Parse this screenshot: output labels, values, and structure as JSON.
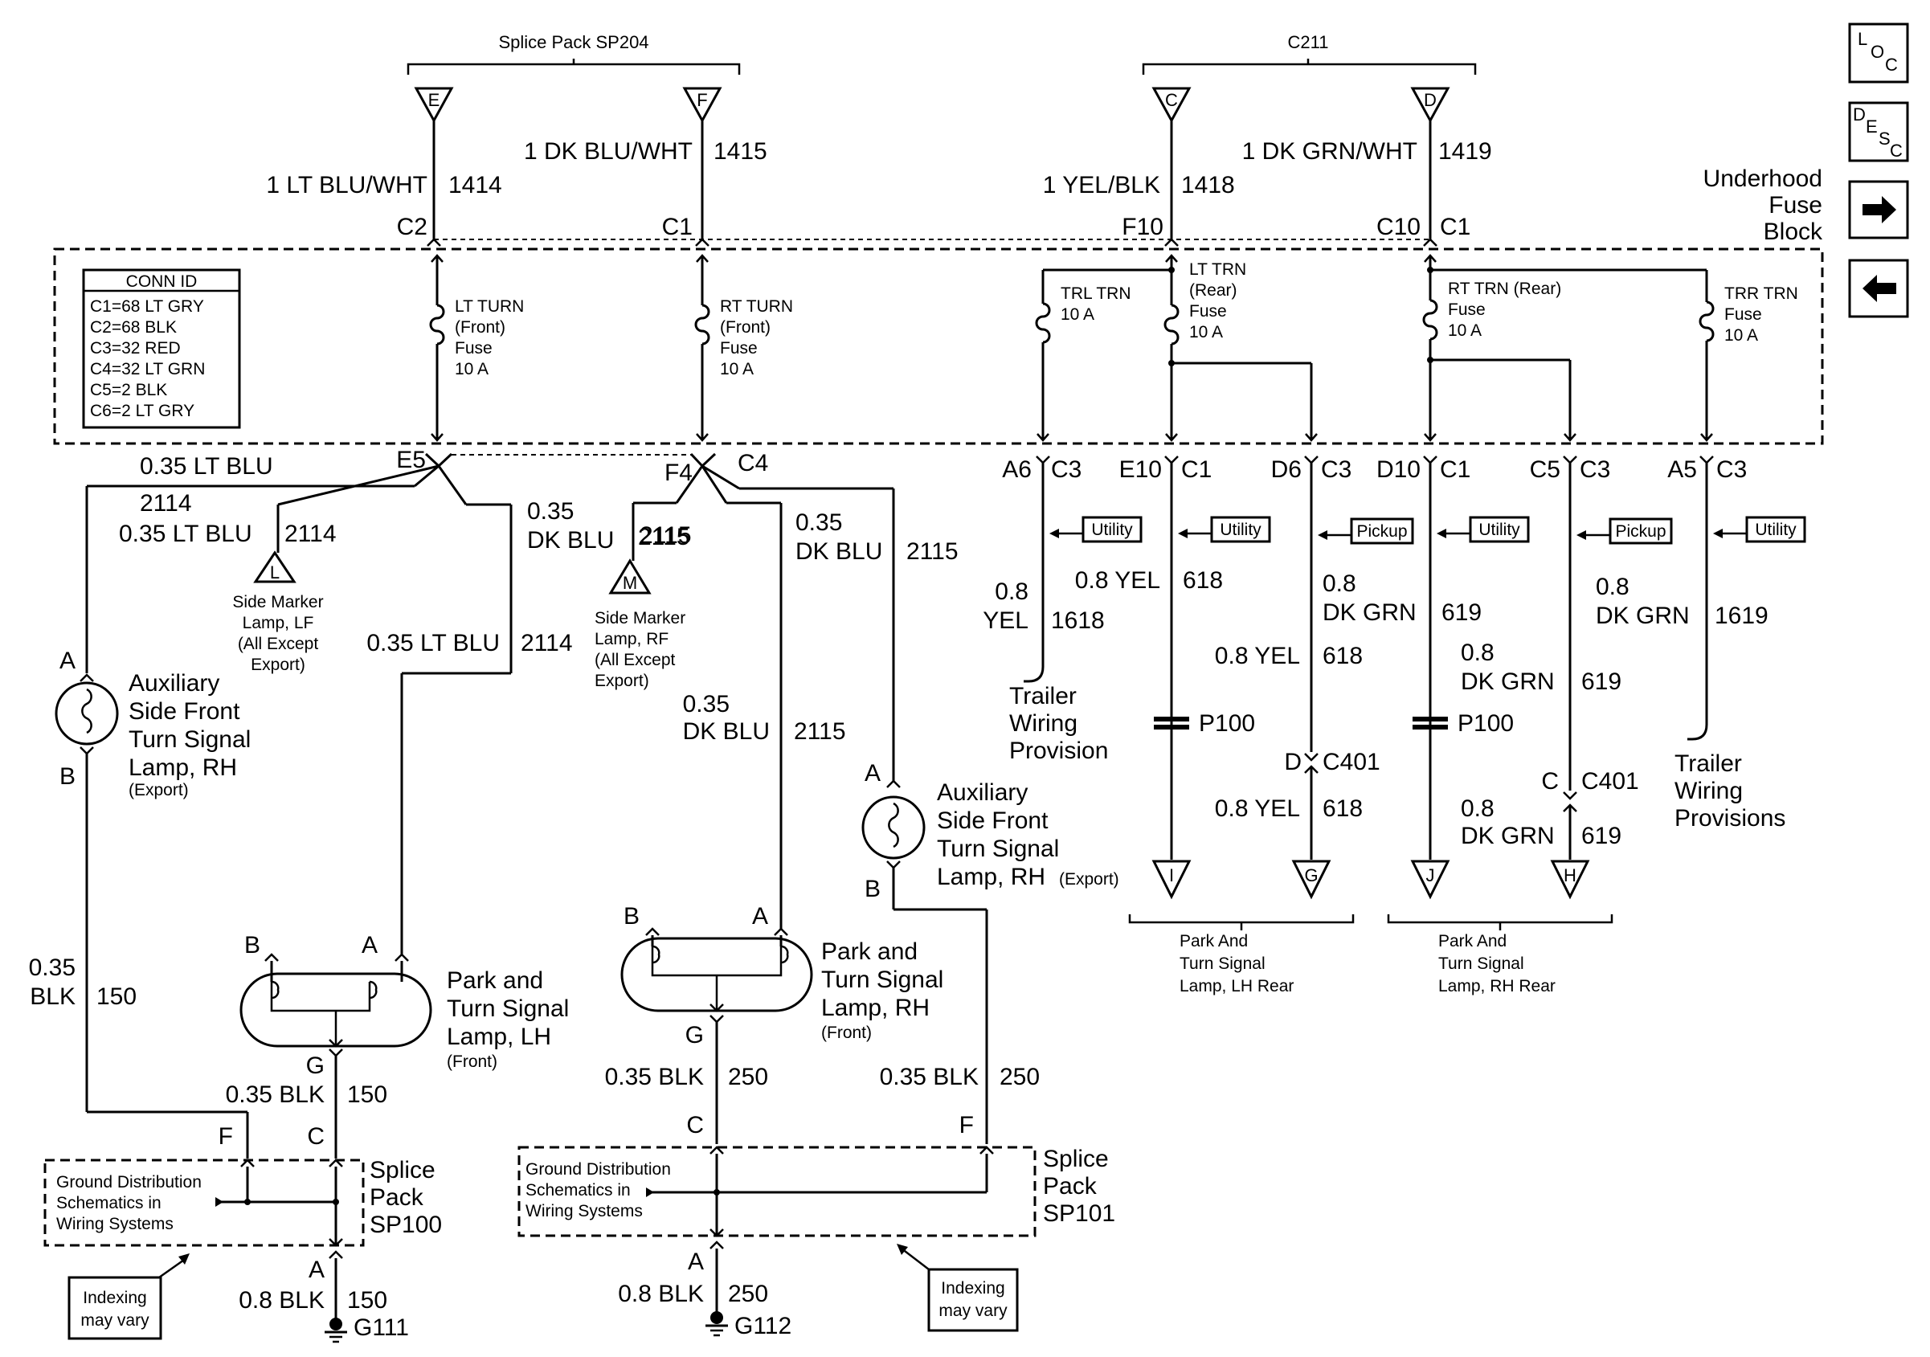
{
  "headers": {
    "sp204": "Splice Pack SP204",
    "c211": "C211"
  },
  "nav": {
    "loc": [
      "L",
      "O",
      "C"
    ],
    "desc": [
      "D",
      "E",
      "S",
      "C"
    ]
  },
  "fuse_block_label": [
    "Underhood",
    "Fuse",
    "Block"
  ],
  "conn_id": {
    "title": "CONN ID",
    "rows": [
      "C1=68 LT GRY",
      "C2=68 BLK",
      "C3=32 RED",
      "C4=32 LT GRN",
      "C5=2 BLK",
      "C6=2 LT GRY"
    ]
  },
  "terminals": {
    "E": "E",
    "F": "F",
    "C": "C",
    "D": "D",
    "L": "L",
    "M": "M",
    "I": "I",
    "G": "G",
    "J": "J",
    "H": "H"
  },
  "wires_top": {
    "w1414": [
      "1 LT BLU/WHT",
      "1414"
    ],
    "w1415": [
      "1 DK BLU/WHT",
      "1415"
    ],
    "w1418": [
      "1 YEL/BLK",
      "1418"
    ],
    "w1419": [
      "1 DK GRN/WHT",
      "1419"
    ]
  },
  "connectors_top": {
    "c2": "C2",
    "c1a": "C1",
    "f10": "F10",
    "c10": "C10",
    "c1b": "C1"
  },
  "fuses": {
    "lt_turn": [
      "LT TURN",
      "(Front)",
      "Fuse",
      "10 A"
    ],
    "rt_turn": [
      "RT TURN",
      "(Front)",
      "Fuse",
      "10 A"
    ],
    "trl_trn": [
      "TRL TRN",
      "10 A"
    ],
    "lt_trn_rear": [
      "LT TRN",
      "(Rear)",
      "Fuse",
      "10 A"
    ],
    "rt_trn_rear": [
      "RT TRN (Rear)",
      "Fuse",
      "10 A"
    ],
    "trr_trn": [
      "TRR TRN",
      "Fuse",
      "10 A"
    ]
  },
  "bottom_pins": {
    "e5": "E5",
    "f4": "F4",
    "c4": "C4",
    "a6": "A6",
    "c3a": "C3",
    "e10": "E10",
    "c1c": "C1",
    "d6": "D6",
    "c3b": "C3",
    "d10": "D10",
    "c1d": "C1",
    "c5": "C5",
    "c3c": "C3",
    "a5": "A5",
    "c3d": "C3"
  },
  "left_circuit": {
    "w_ltblu_top": "0.35 LT BLU",
    "n2114_a": "2114",
    "w_ltblu_b": "0.35 LT BLU",
    "n2114_b": "2114",
    "w_dkblu_a": [
      "0.35",
      "DK BLU"
    ],
    "n2115_a": "2115",
    "w_ltblu_c": "0.35 LT BLU",
    "n2114_c": "2114",
    "side_marker_lf": [
      "Side Marker",
      "Lamp, LF",
      "(All Except",
      "Export)"
    ],
    "aux_lamp_lh": [
      "Auxiliary",
      "Side Front",
      "Turn Signal",
      "Lamp, RH"
    ],
    "aux_lamp_lh_note": "(Export)",
    "pin_a": "A",
    "pin_b": "B",
    "w_blk": [
      "0.35",
      "BLK"
    ],
    "n150": "150",
    "park_lh": [
      "Park and",
      "Turn Signal",
      "Lamp, LH"
    ],
    "park_lh_note": "(Front)",
    "park_lh_b": "B",
    "park_lh_a": "A",
    "park_lh_g": "G",
    "w_blk_150": "0.35 BLK",
    "n150_b": "150",
    "sp100_f": "F",
    "sp100_c": "C",
    "sp100_a": "A",
    "ground_text": [
      "Ground Distribution",
      "Schematics in",
      "Wiring Systems"
    ],
    "sp100": [
      "Splice",
      "Pack",
      "SP100"
    ],
    "w_08blk": "0.8 BLK",
    "n150_c": "150",
    "g111": "G111",
    "indexing": [
      "Indexing",
      "may vary"
    ]
  },
  "mid_circuit": {
    "w_dkblu_b": [
      "0.35",
      "DK BLU"
    ],
    "n2115_b": "2115",
    "side_marker_rf": [
      "Side Marker",
      "Lamp, RF",
      "(All Except",
      "Export)"
    ],
    "w_dkblu_c": [
      "0.35",
      "DK BLU"
    ],
    "n2115_c": "2115",
    "aux_lamp_rh": [
      "Auxiliary",
      "Side Front",
      "Turn Signal",
      "Lamp, RH"
    ],
    "aux_lamp_rh_note": "(Export)",
    "pin_a": "A",
    "pin_b": "B",
    "park_rh": [
      "Park and",
      "Turn Signal",
      "Lamp, RH"
    ],
    "park_rh_note": "(Front)",
    "park_rh_b": "B",
    "park_rh_a": "A",
    "park_rh_g": "G",
    "w_blk_250a": "0.35 BLK",
    "n250_a": "250",
    "w_blk_250b": "0.35 BLK",
    "n250_b": "250",
    "sp101_c": "C",
    "sp101_f": "F",
    "sp101_a": "A",
    "ground_text": [
      "Ground Distribution",
      "Schematics in",
      "Wiring Systems"
    ],
    "sp101": [
      "Splice",
      "Pack",
      "SP101"
    ],
    "w_08blk": "0.8 BLK",
    "n250_c": "250",
    "g112": "G112",
    "indexing": [
      "Indexing",
      "may vary"
    ]
  },
  "right_circuit": {
    "utility": "Utility",
    "pickup": "Pickup",
    "w_yel_1618": [
      "0.8",
      "YEL"
    ],
    "n1618": "1618",
    "trailer_a": [
      "Trailer",
      "Wiring",
      "Provision"
    ],
    "w_yel_618a": "0.8 YEL",
    "n618_a": "618",
    "w_dkgrn_619a": [
      "0.8",
      "DK GRN"
    ],
    "n619_a": "619",
    "w_yel_618b": "0.8 YEL",
    "n618_b": "618",
    "p100_a": "P100",
    "c401_d": "D",
    "c401_a": "C401",
    "w_yel_618c": "0.8 YEL",
    "n618_c": "618",
    "w_dkgrn_619b": [
      "0.8",
      "DK GRN"
    ],
    "n619_b": "619",
    "p100_b": "P100",
    "c401_c": "C",
    "c401_b": "C401",
    "w_dkgrn_619c": [
      "0.8",
      "DK GRN"
    ],
    "n619_c": "619",
    "w_dkgrn_1619": [
      "0.8",
      "DK GRN"
    ],
    "n1619": "1619",
    "trailer_b": [
      "Trailer",
      "Wiring",
      "Provisions"
    ],
    "park_lh_rear": [
      "Park And",
      "Turn Signal",
      "Lamp, LH Rear"
    ],
    "park_rh_rear": [
      "Park And",
      "Turn Signal",
      "Lamp, RH Rear"
    ]
  }
}
